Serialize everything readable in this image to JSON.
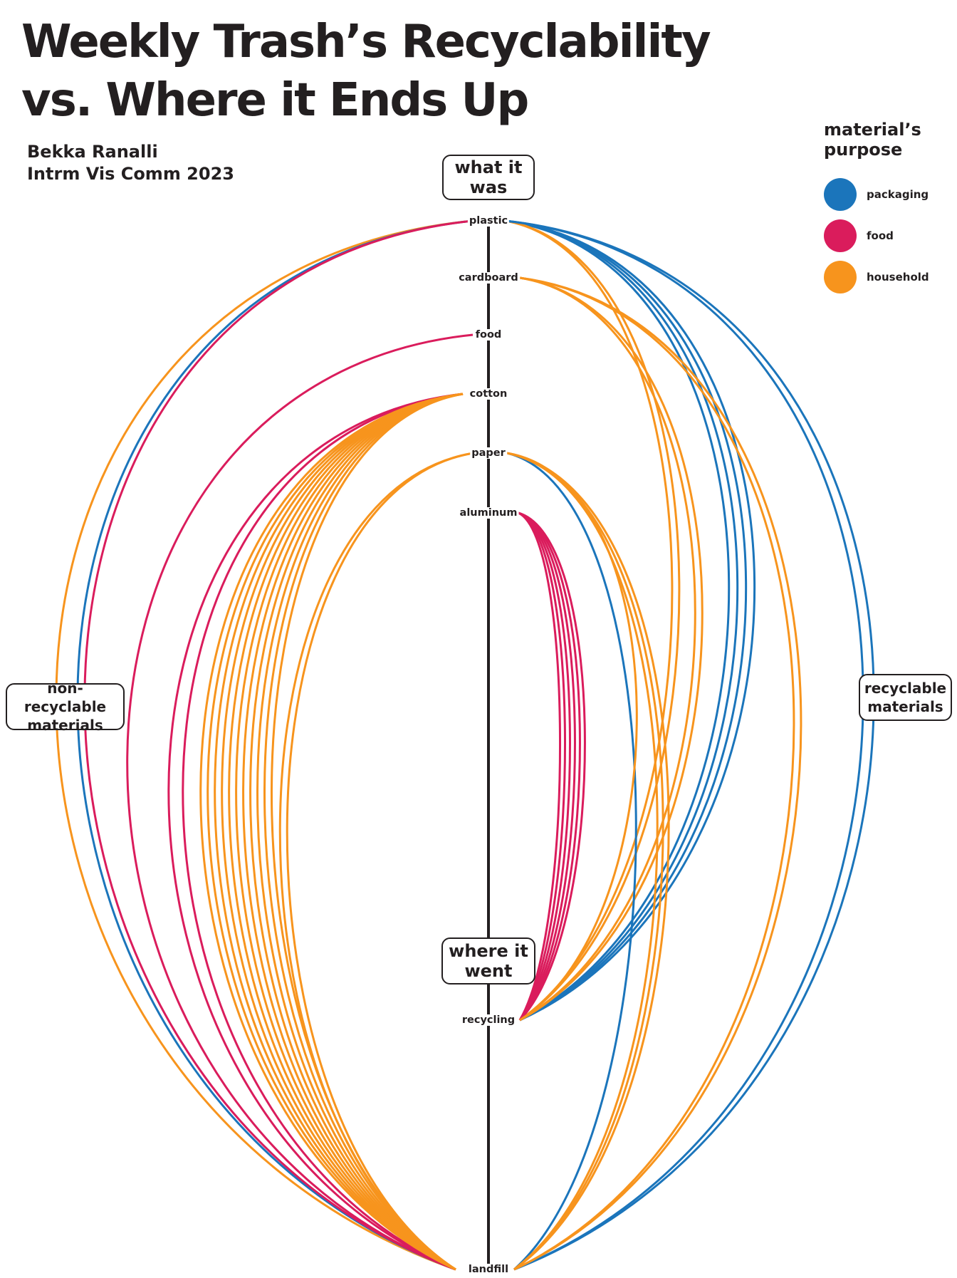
{
  "title": {
    "line1": "Weekly Trash’s Recyclability",
    "line2": "vs. Where it Ends Up"
  },
  "author": {
    "name": "Bekka Ranalli",
    "course": "Intrm Vis Comm 2023"
  },
  "legend": {
    "title_line1": "material’s",
    "title_line2": "purpose",
    "items": [
      {
        "key": "packaging",
        "label": "packaging",
        "color": "#1b75bb"
      },
      {
        "key": "food",
        "label": "food",
        "color": "#da1c5c"
      },
      {
        "key": "household",
        "label": "household",
        "color": "#f7941d"
      }
    ]
  },
  "boxes": {
    "source_line1": "what it",
    "source_line2": "was",
    "target_line1": "where it",
    "target_line2": "went",
    "left_line1": "non-recyclable",
    "left_line2": "materials",
    "right_line1": "recyclable",
    "right_line2": "materials"
  },
  "chart_data": {
    "type": "arc-diagram",
    "sources": [
      "plastic",
      "cardboard",
      "food",
      "cotton",
      "paper",
      "aluminum"
    ],
    "destinations": [
      "recycling",
      "landfill"
    ],
    "sides": {
      "landfill": "non-recyclable materials",
      "recycling": "recyclable materials"
    },
    "flows": [
      {
        "from": "plastic",
        "to": "landfill",
        "purpose": "household",
        "count": 1
      },
      {
        "from": "plastic",
        "to": "landfill",
        "purpose": "packaging",
        "count": 1
      },
      {
        "from": "plastic",
        "to": "landfill",
        "purpose": "food",
        "count": 1
      },
      {
        "from": "food",
        "to": "landfill",
        "purpose": "food",
        "count": 1
      },
      {
        "from": "cotton",
        "to": "landfill",
        "purpose": "food",
        "count": 2
      },
      {
        "from": "cotton",
        "to": "landfill",
        "purpose": "household",
        "count": 11
      },
      {
        "from": "paper",
        "to": "landfill",
        "purpose": "household",
        "count": 2
      },
      {
        "from": "plastic",
        "to": "recycling",
        "purpose": "packaging",
        "count": 4
      },
      {
        "from": "plastic",
        "to": "recycling",
        "purpose": "household",
        "count": 2
      },
      {
        "from": "cardboard",
        "to": "recycling",
        "purpose": "household",
        "count": 2
      },
      {
        "from": "aluminum",
        "to": "recycling",
        "purpose": "food",
        "count": 6
      },
      {
        "from": "plastic",
        "to": "landfill",
        "purpose": "packaging",
        "count": 2,
        "side": "recyclable"
      },
      {
        "from": "cardboard",
        "to": "landfill",
        "purpose": "household",
        "count": 2,
        "side": "recyclable"
      },
      {
        "from": "paper",
        "to": "landfill",
        "purpose": "packaging",
        "count": 1,
        "side": "recyclable"
      },
      {
        "from": "paper",
        "to": "landfill",
        "purpose": "household",
        "count": 3,
        "side": "recyclable"
      },
      {
        "from": "paper",
        "to": "recycling",
        "purpose": "household",
        "count": 1
      }
    ]
  }
}
